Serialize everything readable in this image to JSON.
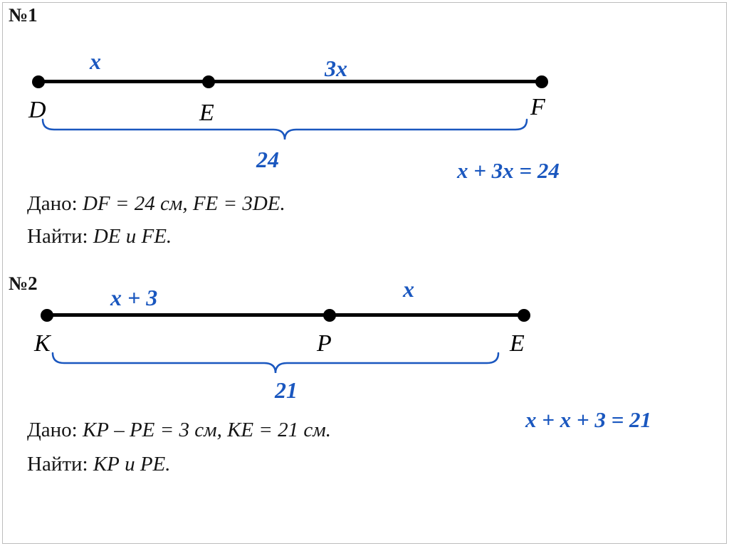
{
  "colors": {
    "accent_blue": "#1a57bf",
    "ink": "#161616",
    "frame": "#bdbdbd"
  },
  "problem1": {
    "number": "№1",
    "diagram": {
      "upper_labels": {
        "left": "x",
        "right": "3x"
      },
      "points": {
        "left": "D",
        "mid": "E",
        "right": "F"
      },
      "brace_value": "24"
    },
    "equation": "x + 3x = 24",
    "given_label": "Дано:",
    "given_body": "DF = 24 см, FE = 3DE.",
    "find_label": "Найти:",
    "find_body": "DE и FE."
  },
  "problem2": {
    "number": "№2",
    "diagram": {
      "upper_labels": {
        "left": "x + 3",
        "right": "x"
      },
      "points": {
        "left": "K",
        "mid": "P",
        "right": "E"
      },
      "brace_value": "21"
    },
    "equation": "x + x + 3 = 21",
    "given_label": "Дано:",
    "given_body": "КР – РЕ = 3 см, КЕ = 21 см.",
    "find_label": "Найти:",
    "find_body": "КР и РЕ."
  }
}
